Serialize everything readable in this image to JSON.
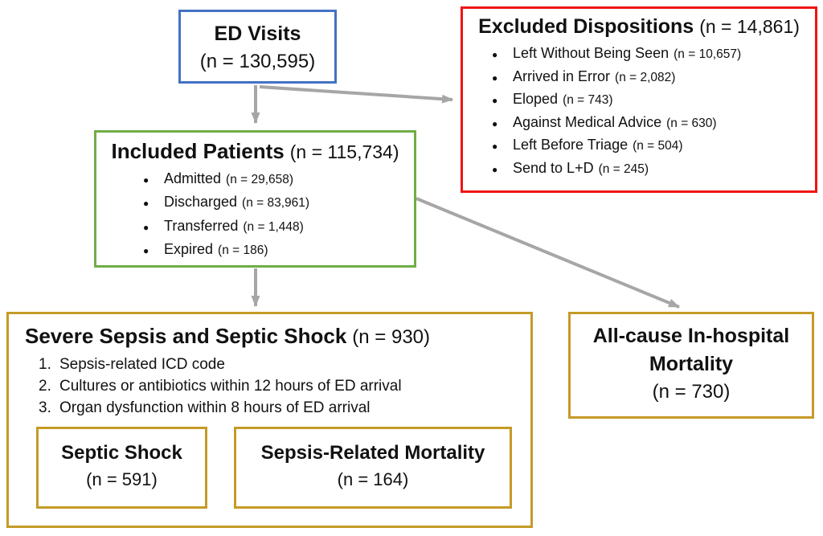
{
  "colors": {
    "ed_visits_border": "#4472C4",
    "excluded_border": "#F01414",
    "included_border": "#70AD47",
    "outcome_border": "#C49B26",
    "arrow": "#A6A6A6",
    "text": "#111111",
    "background": "#FFFFFF"
  },
  "icons": {
    "bullet": "●"
  },
  "boxes": {
    "ed_visits": {
      "title": "ED Visits",
      "n": "(n = 130,595)"
    },
    "excluded": {
      "title": "Excluded Dispositions",
      "n": "(n = 14,861)",
      "items": [
        {
          "label": "Left Without Being Seen",
          "n": "(n = 10,657)"
        },
        {
          "label": "Arrived in Error",
          "n": "(n = 2,082)"
        },
        {
          "label": "Eloped",
          "n": "(n = 743)"
        },
        {
          "label": "Against Medical Advice",
          "n": "(n = 630)"
        },
        {
          "label": "Left Before Triage",
          "n": "(n = 504)"
        },
        {
          "label": "Send to L+D",
          "n": "(n = 245)"
        }
      ]
    },
    "included": {
      "title": "Included Patients",
      "n": "(n = 115,734)",
      "items": [
        {
          "label": "Admitted",
          "n": "(n = 29,658)"
        },
        {
          "label": "Discharged",
          "n": "(n = 83,961)"
        },
        {
          "label": "Transferred",
          "n": "(n = 1,448)"
        },
        {
          "label": "Expired",
          "n": "(n = 186)"
        }
      ]
    },
    "severe_sepsis": {
      "title": "Severe Sepsis and Septic Shock",
      "n": "(n = 930)",
      "criteria": [
        {
          "num": "1.",
          "text": "Sepsis-related ICD code"
        },
        {
          "num": "2.",
          "text": "Cultures or antibiotics within 12 hours of ED arrival"
        },
        {
          "num": "3.",
          "text": "Organ dysfunction within 8 hours of ED arrival"
        }
      ]
    },
    "septic_shock": {
      "title": "Septic Shock",
      "n": "(n = 591)"
    },
    "sepsis_mortality": {
      "title": "Sepsis-Related Mortality",
      "n": "(n = 164)"
    },
    "all_cause": {
      "title_line1": "All-cause In-hospital",
      "title_line2": "Mortality",
      "n": "(n = 730)"
    }
  }
}
